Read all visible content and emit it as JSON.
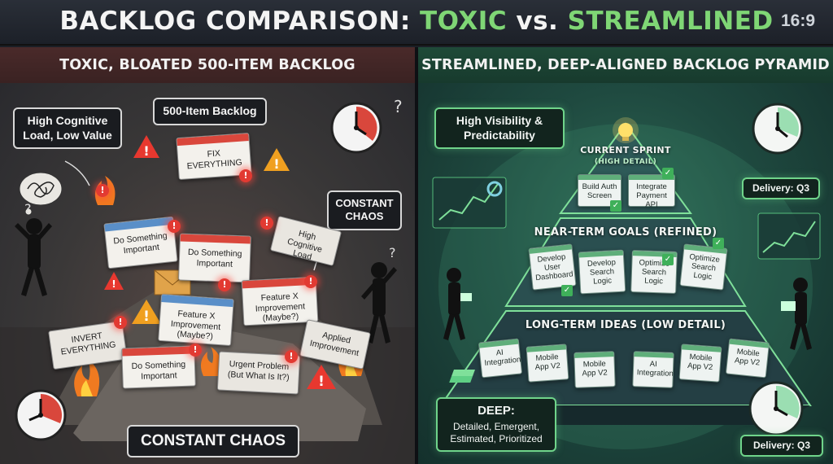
{
  "header": {
    "title_prefix": "BACKLOG COMPARISON: ",
    "title_toxic": "TOXIC",
    "title_vs": " vs. ",
    "title_streamlined": "STREAMLINED",
    "aspect": "16:9"
  },
  "left": {
    "heading": "TOXIC, BLOATED 500-ITEM BACKLOG",
    "callout_load": "High Cognitive Load, Low Value",
    "callout_count": "500-Item Backlog",
    "callout_chaos_side": "CONSTANT CHAOS",
    "footer": "CONSTANT CHAOS",
    "cards": [
      "FIX EVERYTHING",
      "Do Something Important",
      "Do Something Important",
      "High Cognitive Load",
      "Feature X Improvement (Maybe?)",
      "Feature X Improvement (Maybe?)",
      "INVERT EVERYTHING",
      "Do Something Important",
      "Urgent Problem (But What Is It?)",
      "Applied Improvement"
    ],
    "colors": {
      "alert": "#e23a32",
      "accent": "#f0a020"
    }
  },
  "right": {
    "heading": "STREAMLINED, DEEP-ALIGNED BACKLOG PYRAMID",
    "callout_visibility": "High Visibility & Predictability",
    "delivery_top": "Delivery: Q3",
    "delivery_bottom": "Delivery: Q3",
    "tiers": {
      "top_label": "CURRENT SPRINT",
      "top_sub": "(HIGH DETAIL)",
      "mid_label": "NEAR-TERM GOALS (REFINED)",
      "low_label": "LONG-TERM IDEAS (LOW DETAIL)"
    },
    "top_cards": [
      "Build Auth Screen",
      "Integrate Payment API"
    ],
    "mid_cards": [
      "Develop User Dashboard",
      "Develop Search Logic",
      "Optimize Search Logic",
      "Optimize Search Logic"
    ],
    "low_cards": [
      "AI Integration",
      "Mobile App V2",
      "Mobile App V2",
      "AI Integration",
      "Mobile App V2",
      "Mobile App V2"
    ],
    "deep_title": "DEEP:",
    "deep_text": "Detailed, Emergent, Estimated, Prioritized",
    "colors": {
      "accent": "#6fd48a",
      "check": "#3fb05a"
    }
  }
}
